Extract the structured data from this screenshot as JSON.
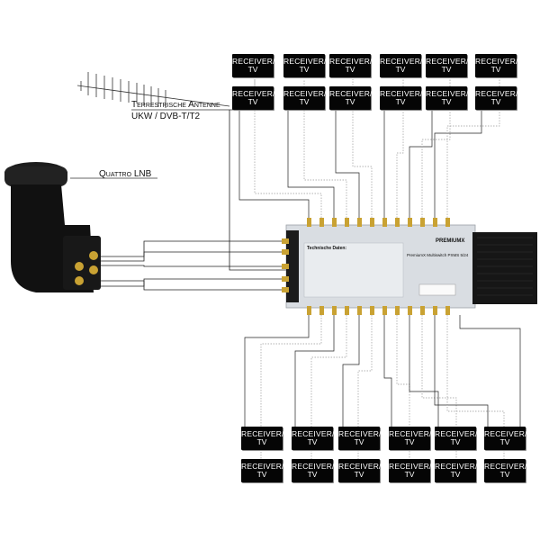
{
  "labels": {
    "antenna_title": "Terrestrische Antenne",
    "antenna_sub": "UKW / DVB-T/T2",
    "lnb": "Quattro LNB"
  },
  "receiver": {
    "line1": "RECEIVER/",
    "line2": "TV"
  },
  "multiswitch": {
    "brand": "PREMIUMX",
    "model": "PremiumX Multiswitch PXMS 5/24",
    "spec_title": "Technische Daten:"
  },
  "colors": {
    "receiver": "#050505",
    "switch_body": "#d9dde2",
    "connector": "#c9a233",
    "brand_accent": "#e0702a"
  }
}
